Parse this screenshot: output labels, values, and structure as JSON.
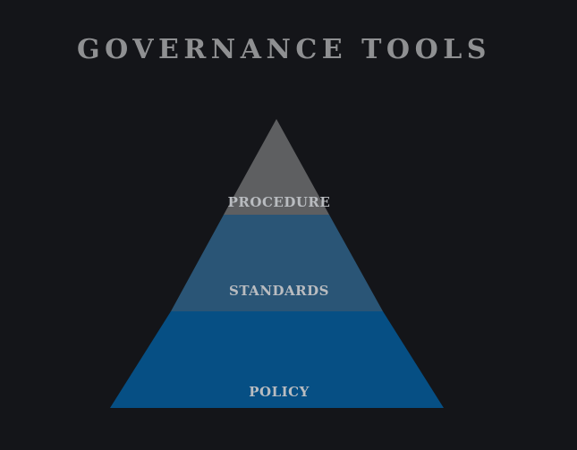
{
  "slide": {
    "title": "GOVERNANCE TOOLS"
  },
  "pyramid": {
    "layers": [
      {
        "label": "PROCEDURE",
        "color": "#5e5f61"
      },
      {
        "label": "STANDARDS",
        "color": "#2a5576"
      },
      {
        "label": "POLICY",
        "color": "#064f84"
      }
    ]
  },
  "colors": {
    "background": "#141519",
    "title": "#8f9092",
    "label": "#b9bcc0"
  }
}
